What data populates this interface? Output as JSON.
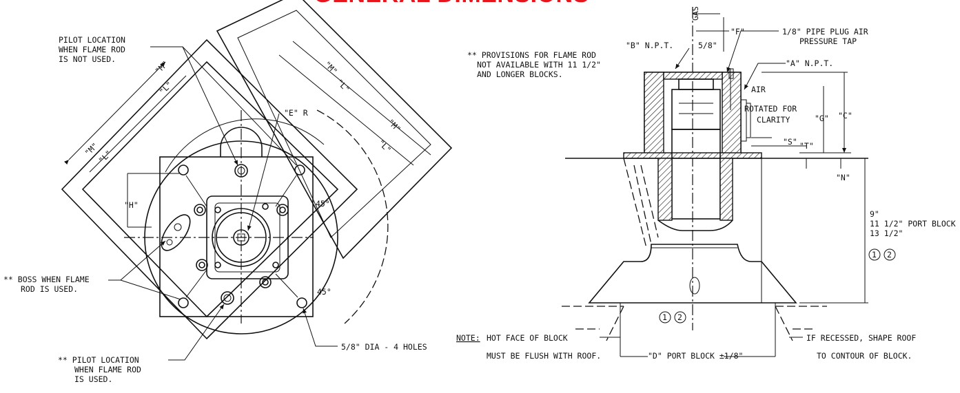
{
  "title": "GENERAL DIMENSIONS",
  "left_view": {
    "pilot_no_rod": [
      "PILOT LOCATION",
      "WHEN FLAME ROD",
      "IS NOT USED."
    ],
    "boss": [
      "** BOSS WHEN FLAME",
      "ROD IS USED."
    ],
    "pilot_rod": [
      "** PILOT LOCATION",
      "WHEN FLAME ROD",
      "IS USED."
    ],
    "holes": "5/8\" DIA - 4 HOLES",
    "angle_top": "45°",
    "angle_bottom": "45°",
    "dim_M": "\"M\"",
    "dim_L": "\"L\"",
    "dim_H": "\"H\"",
    "dim_E": "\"E\" R"
  },
  "note_flame_rod": [
    "** PROVISIONS FOR FLAME ROD",
    "NOT AVAILABLE WITH 11 1/2\"",
    "AND LONGER BLOCKS."
  ],
  "right_view": {
    "gas": "GAS",
    "dim_B": "\"B\" N.P.T.",
    "dim_F": "\"F\"",
    "f_value": "5/8\"",
    "pipe_plug": [
      "1/8\" PIPE PLUG AIR",
      "PRESSURE TAP"
    ],
    "dim_A": "\"A\" N.P.T.",
    "air": "AIR",
    "rotated": [
      "ROTATED FOR",
      "CLARITY"
    ],
    "dim_G": "\"G\"",
    "dim_C": "\"C\"",
    "dim_S": "\"S\"",
    "dim_T": "\"T\"",
    "dim_N": "\"N\"",
    "port_blocks": [
      "9\"",
      "11 1/2\" PORT BLOCK",
      "13 1/2\""
    ],
    "circle_1": "1",
    "circle_2": "2",
    "note_label": "NOTE:",
    "note_text": [
      "HOT FACE OF BLOCK",
      "MUST BE FLUSH WITH ROOF."
    ],
    "dim_D": "\"D\" PORT BLOCK ±1/8\"",
    "recessed": [
      "IF RECESSED, SHAPE ROOF",
      "TO CONTOUR OF BLOCK."
    ]
  },
  "colors": {
    "title": "#e8141b",
    "line": "#111111",
    "background": "#ffffff"
  }
}
